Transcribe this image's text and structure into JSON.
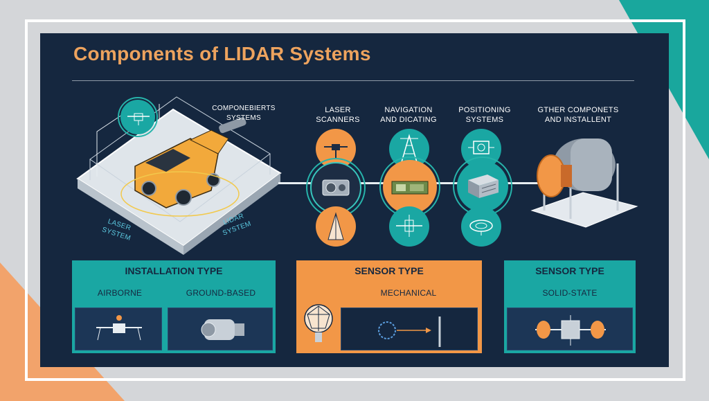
{
  "title": "Components of LIDAR Systems",
  "top_labels": {
    "components": "COMPONEBIERTS\nSYSTEMS",
    "laser_scanners": "LASER\nSCANNERS",
    "navigation": "NAVIGATION\nAND DICATING",
    "positioning": "POSITIONING\nSYSTEMS",
    "other": "GTHER COMPONETS\nAND INSTALLENT"
  },
  "platform_labels": {
    "left": "LASER\nSYSTEM",
    "right": "LIDAR\nSYSTEM"
  },
  "cards": {
    "installation": {
      "header": "INSTALLATION TYPE",
      "left_label": "AIRBORNE",
      "right_label": "GROUND-BASED"
    },
    "sensor_mechanical": {
      "header": "SENSOR TYPE",
      "label": "MECHANICAL"
    },
    "sensor_solid": {
      "header": "SENSOR TYPE",
      "label": "SOLID-STATE"
    }
  },
  "colors": {
    "panel": "#15273f",
    "accent_orange": "#f29747",
    "accent_teal": "#1aa7a3",
    "title": "#eda35e"
  },
  "icons": [
    "truck-icon",
    "laser-scanner-icon",
    "radar-tower-icon",
    "processor-board-icon",
    "server-icon",
    "drone-icon",
    "camera-sensor-icon",
    "mirror-sphere-icon",
    "rotary-scanner-icon",
    "solid-state-emitter-icon"
  ]
}
